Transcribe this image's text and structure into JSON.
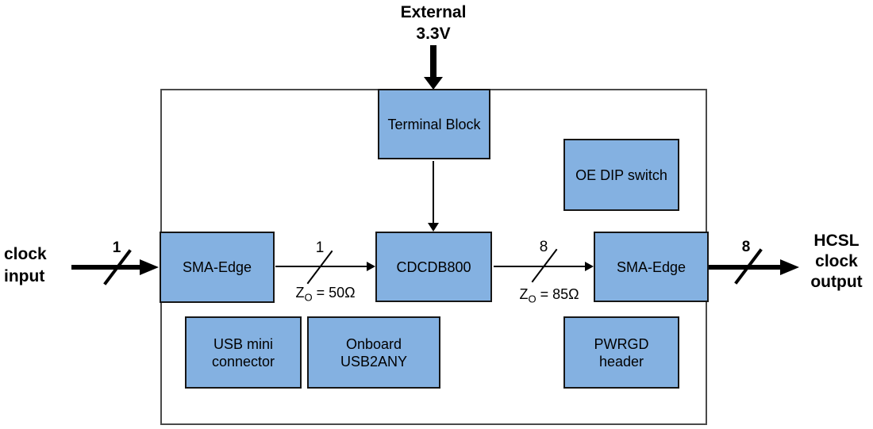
{
  "colors": {
    "box_fill": "#84b1e1",
    "box_border": "#161616",
    "outer_border": "#4a4a4a",
    "arrow_ink": "#000000"
  },
  "boxes": {
    "terminal_block": "Terminal Block",
    "oe_dip_switch": "OE DIP switch",
    "sma_edge_left": "SMA-Edge",
    "cdcdb800": "CDCDB800",
    "sma_edge_right": "SMA-Edge",
    "usb_mini": {
      "line1": "USB mini",
      "line2": "connector"
    },
    "onboard_usb2any": {
      "line1": "Onboard",
      "line2": "USB2ANY"
    },
    "pwrgd_header": {
      "line1": "PWRGD",
      "line2": "header"
    }
  },
  "labels": {
    "external_supply": {
      "line1": "External",
      "line2": "3.3V"
    },
    "clock_input": {
      "line1": "clock",
      "line2": "input"
    },
    "hcsl_output": {
      "line1": "HCSL",
      "line2": "clock",
      "line3": "output"
    },
    "bus_input": "1",
    "bus_sma_to_cdcdb": "1",
    "bus_cdcdb_to_sma": "8",
    "bus_output": "8",
    "z_input": {
      "symbol": "Z",
      "sub": "O",
      "value": "= 50Ω"
    },
    "z_output": {
      "symbol": "Z",
      "sub": "O",
      "value": "= 85Ω"
    }
  }
}
